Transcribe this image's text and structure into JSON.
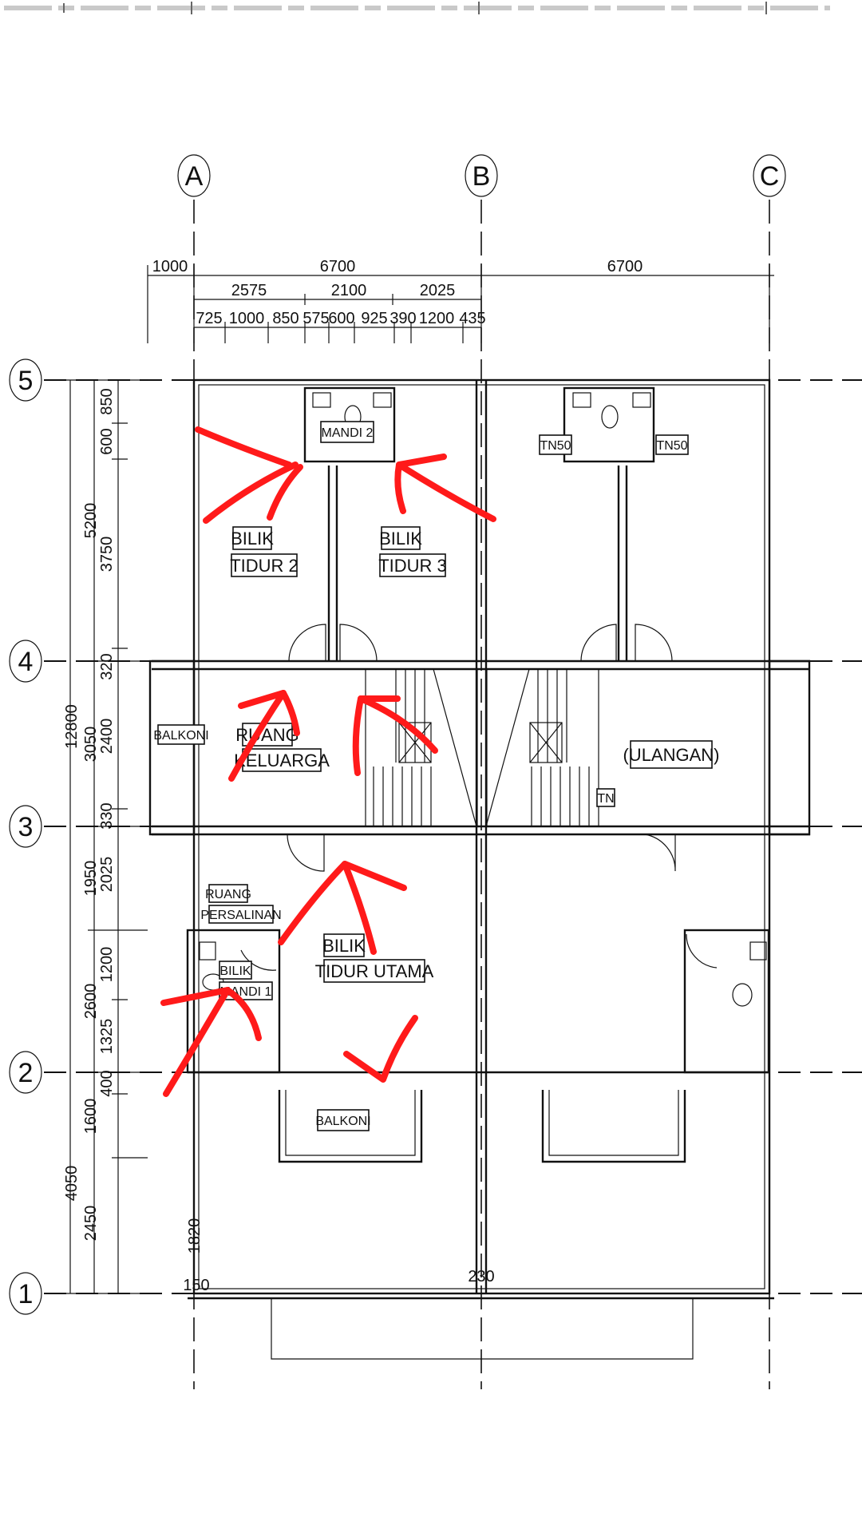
{
  "grid": {
    "columns": [
      "A",
      "B",
      "C"
    ],
    "rows": [
      "5",
      "4",
      "3",
      "2",
      "1"
    ]
  },
  "dimensions": {
    "top_overall": [
      "1000",
      "6700",
      "6700"
    ],
    "top_mid": [
      "2575",
      "2100",
      "2025"
    ],
    "top_detail": [
      "725",
      "1000",
      "850",
      "575",
      "600",
      "925",
      "390",
      "1200",
      "435"
    ],
    "left_total": "12800",
    "left_outer": [
      "5200",
      "3050",
      "1950",
      "2600",
      "4050"
    ],
    "left_inner": [
      "850",
      "600",
      "3750",
      "320",
      "2400",
      "330",
      "2025",
      "1200",
      "1325",
      "400",
      "1600",
      "2450"
    ],
    "misc": [
      "1820",
      "150",
      "230"
    ]
  },
  "rooms": {
    "mandi2": "MANDI 2",
    "tn50_left": "TN50",
    "tn50_right": "TN50",
    "bilik_tidur2": [
      "BILIK",
      "TIDUR 2"
    ],
    "bilik_tidur3": [
      "BILIK",
      "TIDUR 3"
    ],
    "balkoni_side": "BALKONI",
    "ruang_keluarga": [
      "RUANG",
      "KELUARGA"
    ],
    "ulangan": "(ULANGAN)",
    "tn": "TN",
    "ruang_persalinan": [
      "RUANG",
      "PERSALINAN"
    ],
    "bilik_mandi1": [
      "BILIK",
      "MANDI 1"
    ],
    "bilik_tidur_utama": [
      "BILIK",
      "TIDUR UTAMA"
    ],
    "balkoni_front": "BALKONI"
  },
  "annotation_color": "#ff1a1a"
}
